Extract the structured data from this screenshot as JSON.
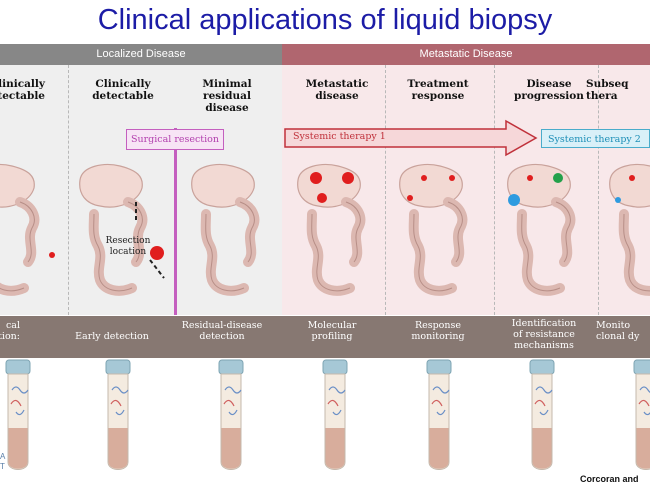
{
  "title": "Clinical applications of liquid biopsy",
  "bands": {
    "localized": "Localized Disease",
    "metastatic": "Metastatic Disease"
  },
  "stages": [
    "linically\ndetectable",
    "Clinically\ndetectable",
    "Minimal\nresidual\ndisease",
    "Metastatic\ndisease",
    "Treatment\nresponse",
    "Disease\nprogression",
    "Subseq\nthera"
  ],
  "therapies": {
    "surgical": "Surgical resection",
    "systemic1": "Systemic therapy 1",
    "systemic2": "Systemic therapy 2"
  },
  "resection_label": "Resection\nlocation",
  "applications": [
    "cal\nication:",
    "Early detection",
    "Residual-disease\ndetection",
    "Molecular\nprofiling",
    "Response\nmonitoring",
    "Identification\nof resistance\nmechanisms",
    "Monito\nclonal dy"
  ],
  "colors": {
    "title": "#1c1ca6",
    "localized_band": "#878787",
    "metastatic_band": "#b0666f",
    "surgical": "#c45fbf",
    "systemic1": "#c0313b",
    "systemic2": "#1d8fb7",
    "tumor_red": "#e01e1e",
    "tumor_blue": "#2e9be0",
    "tumor_green": "#23a04a"
  },
  "footer_left": "A\nT",
  "credit": "Corcoran and"
}
